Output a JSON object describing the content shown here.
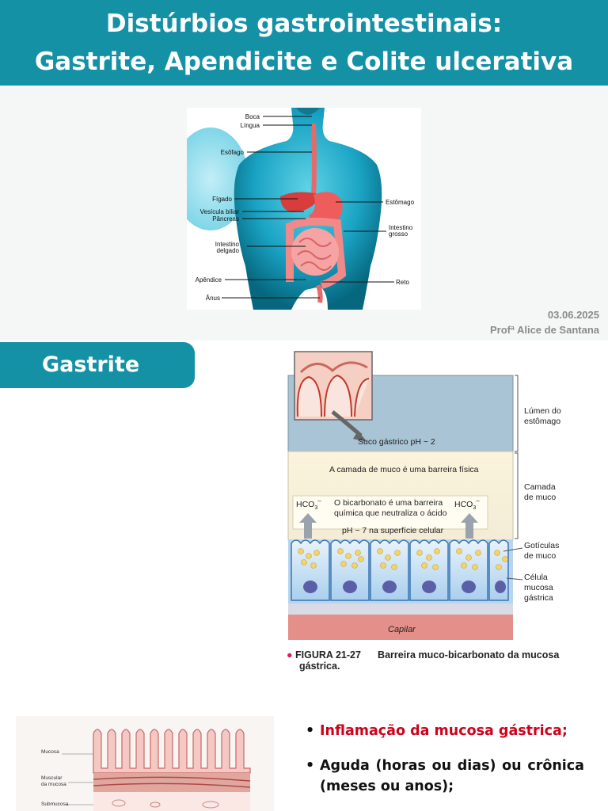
{
  "header": {
    "title_line1": "Distúrbios gastrointestinais:",
    "title_line2": "Gastrite, Apendicite e Colite ulcerativa"
  },
  "meta": {
    "date": "03.06.2025",
    "author": "Profª Alice de Santana"
  },
  "digestive_diagram": {
    "labels": {
      "boca": "Boca",
      "lingua": "Língua",
      "esofago": "Esôfago",
      "figado": "Fígado",
      "vesicula": "Vesícula biliar",
      "pancreas": "Pâncreas",
      "intestino_delgado_1": "Intestino",
      "intestino_delgado_2": "delgado",
      "apendice": "Apêndice",
      "anus": "Ânus",
      "estomago": "Estômago",
      "intestino_grosso_1": "Intestino",
      "intestino_grosso_2": "grosso",
      "reto": "Reto"
    }
  },
  "section": {
    "title": "Gastrite"
  },
  "mucus_figure": {
    "lumen_1": "Lúmen do",
    "lumen_2": "estômago",
    "camada_1": "Camada",
    "camada_2": "de muco",
    "goticulas_1": "Gotículas",
    "goticulas_2": "de muco",
    "celula_1": "Célula",
    "celula_2": "mucosa",
    "celula_3": "gástrica",
    "suco": "Suco gástrico pH ~ 2",
    "barreira_fisica": "A camada de muco é uma barreira física",
    "hco3": "HCO",
    "hco3_sub": "3",
    "hco3_sup": "–",
    "bicarb_1": "O bicarbonato é uma barreira",
    "bicarb_2": "química que neutraliza o ácido",
    "ph7": "pH ~ 7 na superfície celular",
    "capilar": "Capilar",
    "caption_num": "FIGURA 21-27",
    "caption_text_1": "Barreira muco-bicarbonato da mucosa",
    "caption_text_2": "gástrica."
  },
  "wall_figure": {
    "mucosa": "Mucosa",
    "muscular_1": "Muscular",
    "muscular_2": "da mucosa",
    "submucosa": "Submucosa"
  },
  "bullets": [
    {
      "text": "Inflamação da mucosa gástrica;",
      "color": "#d0021b"
    },
    {
      "text": "Aguda (horas ou dias) ou crônica (meses ou anos);",
      "color": "#111111"
    }
  ]
}
